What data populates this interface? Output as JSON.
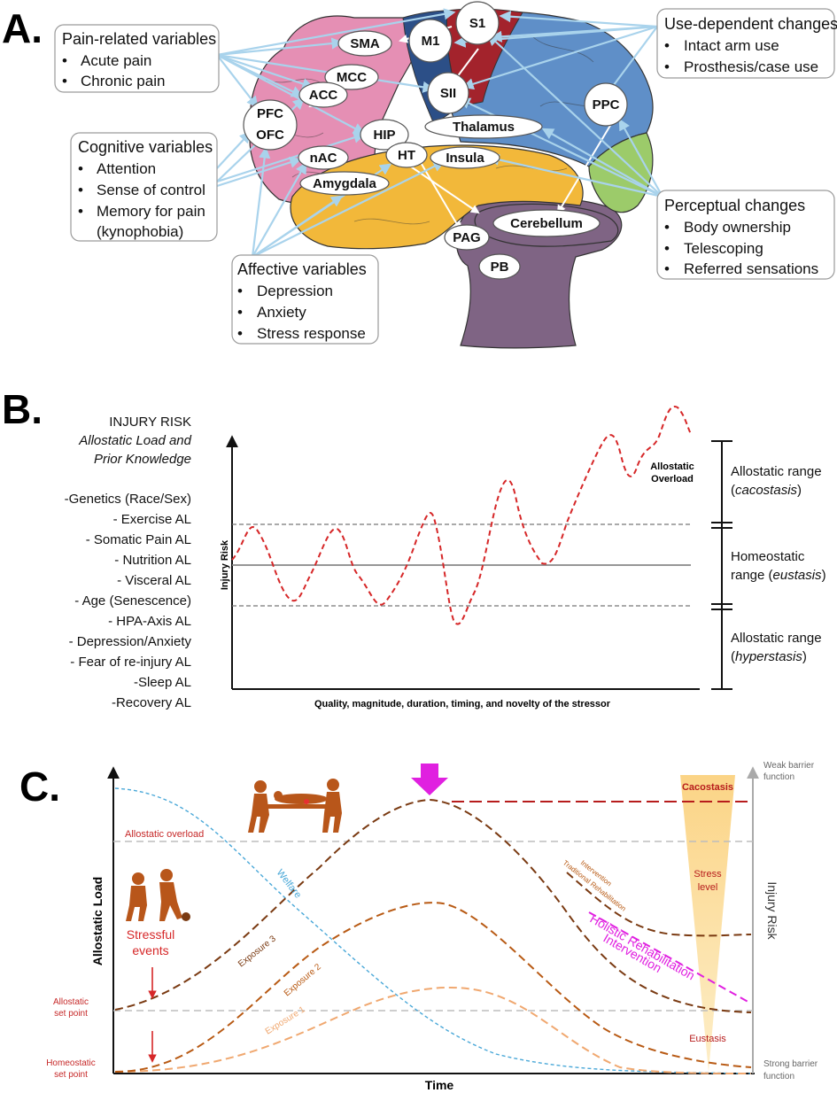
{
  "panelA": {
    "letter": "A.",
    "nodes": {
      "s1": "S1",
      "m1": "M1",
      "sma": "SMA",
      "mcc": "MCC",
      "acc": "ACC",
      "pfc": "PFC",
      "ofc": "OFC",
      "sii": "SII",
      "ppc": "PPC",
      "thalamus": "Thalamus",
      "hip": "HIP",
      "ht": "HT",
      "nac": "nAC",
      "insula": "Insula",
      "amygdala": "Amygdala",
      "cerebellum": "Cerebellum",
      "pag": "PAG",
      "pb": "PB"
    },
    "pain": {
      "title": "Pain-related variables",
      "items": [
        "Acute pain",
        "Chronic pain"
      ]
    },
    "cognitive": {
      "title": "Cognitive variables",
      "items": [
        "Attention",
        "Sense of control",
        "Memory for pain",
        "(kynophobia)"
      ]
    },
    "affective": {
      "title": "Affective variables",
      "items": [
        "Depression",
        "Anxiety",
        "Stress response"
      ]
    },
    "use": {
      "title": "Use-dependent changes",
      "items": [
        "Intact arm use",
        "Prosthesis/case use"
      ]
    },
    "perceptual": {
      "title": "Perceptual changes",
      "items": [
        "Body ownership",
        "Telescoping",
        "Referred sensations"
      ]
    },
    "bullet": "•"
  },
  "panelB": {
    "letter": "B.",
    "injury_risk": "INJURY RISK",
    "subtitle1": "Allostatic Load and",
    "subtitle2": "Prior Knowledge",
    "factors": [
      "-Genetics (Race/Sex)",
      "- Exercise AL",
      "- Somatic Pain AL",
      "- Nutrition AL",
      "- Visceral AL",
      "- Age (Senescence)",
      "- HPA-Axis AL",
      "- Depression/Anxiety",
      "- Fear of re-injury AL",
      "-Sleep AL",
      "-Recovery AL"
    ],
    "ylabel": "Injury Risk",
    "xlabel": "Quality, magnitude, duration, timing, and novelty of the stressor",
    "overload1": "Allostatic",
    "overload2": "Overload",
    "range_top_1": "Allostatic range",
    "range_top_2": "cacostasis",
    "range_mid_1": "Homeostatic",
    "range_mid_2": "range (",
    "range_mid_3": "eustasis",
    "range_bot_1": "Allostatic range",
    "range_bot_2": "hyperstasis"
  },
  "panelC": {
    "letter": "C.",
    "ylabel": "Allostatic Load",
    "xlabel": "Time",
    "right_label": "Injury Risk",
    "weak_1": "Weak barrier",
    "weak_2": "function",
    "strong_1": "Strong barrier",
    "strong_2": "function",
    "overload": "Allostatic overload",
    "allo_set_1": "Allostatic",
    "allo_set_2": "set point",
    "homeo_set_1": "Homeostatic",
    "homeo_set_2": "set point",
    "stressful_1": "Stressful",
    "stressful_2": "events",
    "welfare": "Welfare",
    "exposure1": "Exposure 1",
    "exposure2": "Exposure 2",
    "exposure3": "Exposure 3",
    "traditional_1": "Traditional Rehabilitation",
    "traditional_2": "Intervention",
    "holistic_1": "Holistic Rehabilitation",
    "holistic_2": "Intervention",
    "cacostasis": "Cacostasis",
    "stress_1": "Stress",
    "stress_2": "level",
    "eustasis": "Eustasis"
  },
  "colors": {
    "frontal": "#e58fb4",
    "parietal": "#5f8fc8",
    "occipital": "#9ccb6a",
    "temporal": "#f2b83a",
    "m1": "#a3232c",
    "sma": "#2c4f87",
    "brainstem": "#7f6484",
    "cerebellum": "#7f6484",
    "curve_red": "#d62728",
    "cacostasis": "#b71c1c",
    "exp3": "#7a3a12",
    "exp2": "#b85a14",
    "exp1": "#f0a870",
    "welfare": "#4aa8d8",
    "holistic": "#e020e0",
    "arrow_blue": "#a9d3ec"
  }
}
